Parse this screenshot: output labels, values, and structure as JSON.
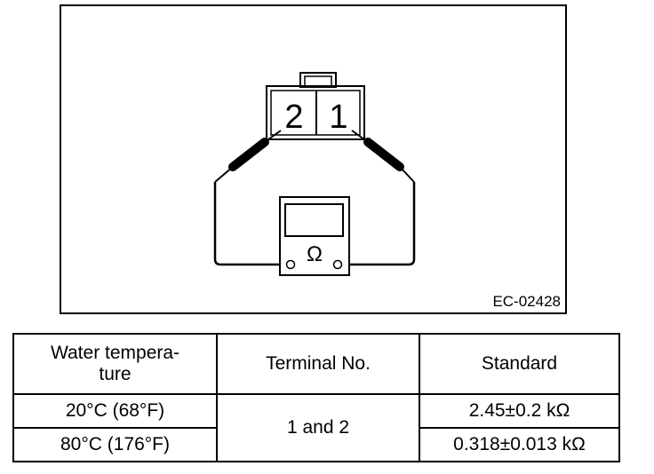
{
  "figure": {
    "terminal_left": "2",
    "terminal_right": "1",
    "meter_symbol": "Ω",
    "code": "EC-02428"
  },
  "table": {
    "headers": {
      "water_temp_line1": "Water tempera-",
      "water_temp_line2": "ture",
      "terminal": "Terminal No.",
      "standard": "Standard"
    },
    "rows": [
      {
        "temp": "20°C (68°F)",
        "standard": "2.45±0.2 kΩ"
      },
      {
        "temp": "80°C (176°F)",
        "standard": "0.318±0.013 kΩ"
      }
    ],
    "terminal_value": "1 and 2"
  }
}
